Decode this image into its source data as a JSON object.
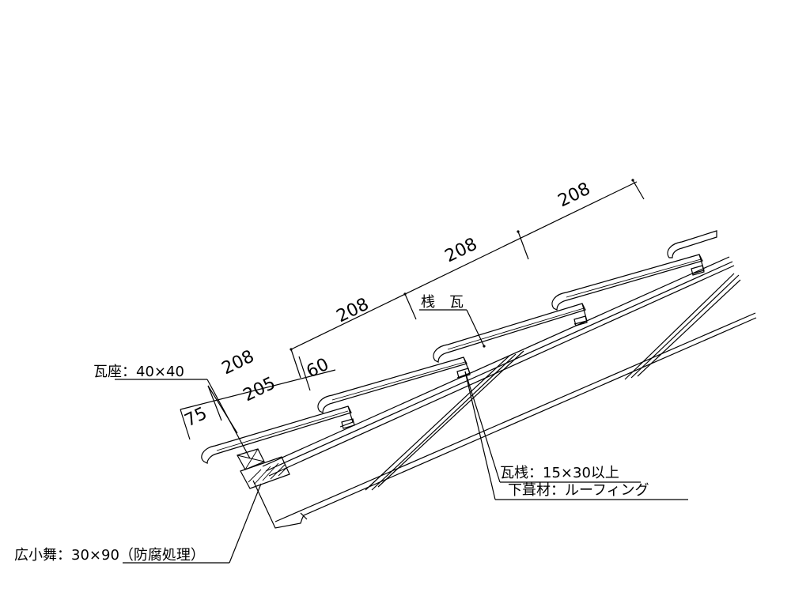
{
  "dimensions": {
    "pitch_labels": [
      "208",
      "208",
      "208",
      "208"
    ],
    "eave_overhang": "75",
    "first_pitch": "205",
    "first_batten_offset": "60"
  },
  "labels": {
    "tile_type": "桟　瓦",
    "tile_seat": "瓦座：40×40",
    "batten": "瓦桟：15×30以上",
    "underlay": "下葺材：ルーフィング",
    "fascia": "広小舞：30×90（防腐処理）"
  }
}
